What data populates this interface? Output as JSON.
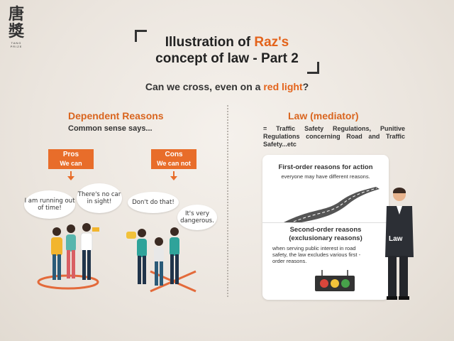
{
  "logo": {
    "char1": "唐",
    "char2": "獎",
    "subtitle": "TANG PRIZE"
  },
  "title": {
    "line1_prefix": "Illustration of ",
    "line1_highlight": "Raz's",
    "line2": "concept of law - Part 2"
  },
  "question": {
    "prefix": "Can we cross, even on a ",
    "highlight": "red light",
    "suffix": "?"
  },
  "left": {
    "heading": "Dependent Reasons",
    "subheading": "Common sense says...",
    "pros": {
      "label": "Pros",
      "sub": "We can"
    },
    "cons": {
      "label": "Cons",
      "sub": "We can not"
    },
    "bubbles": {
      "running": "I am running out of time!",
      "nocar": "There's no car in sight!",
      "dont": "Don't do that!",
      "dangerous": "It's very dangerous."
    }
  },
  "right": {
    "heading": "Law (mediator)",
    "description": "= Traffic Safety Regulations, Punitive Regulations concerning Road and Traffic Safety...etc",
    "first_order_title": "First-order reasons for action",
    "first_order_desc": "everyone may have different reasons.",
    "second_order_title_1": "Second-order reasons",
    "second_order_title_2": "(exclusionary reasons)",
    "second_order_desc": "when serving public interest in road safety, the law excludes various first -order reasons.",
    "law_badge": "Law"
  },
  "colors": {
    "accent": "#e3631b",
    "tag": "#e86d2a"
  }
}
